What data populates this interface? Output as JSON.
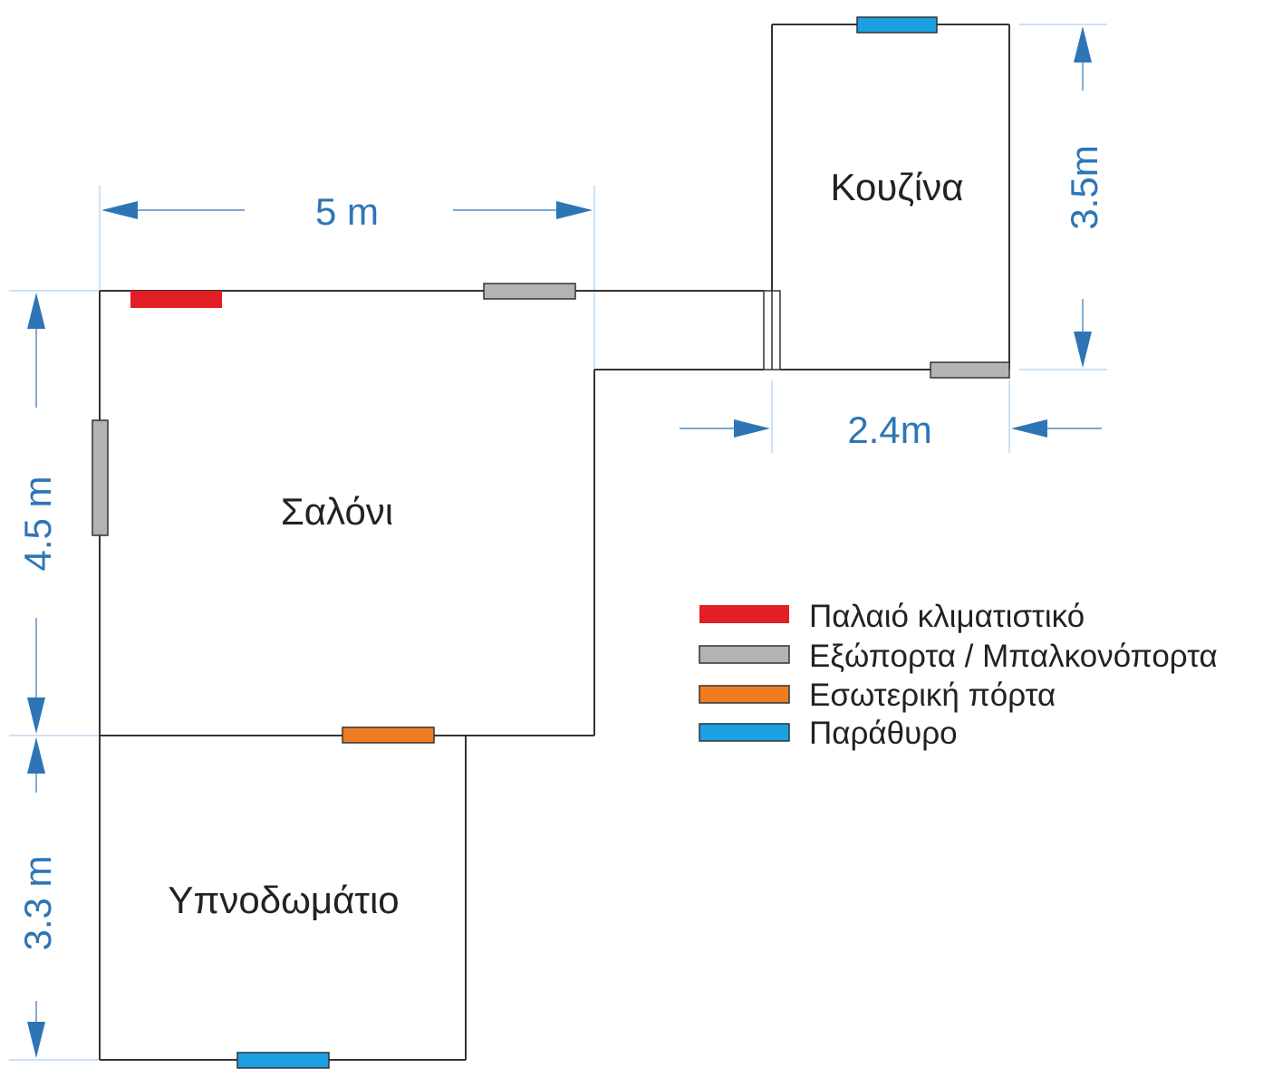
{
  "rooms": {
    "living": "Σαλόνι",
    "kitchen": "Κουζίνα",
    "bedroom": "Υπνοδωμάτιο"
  },
  "dimensions": {
    "living_width": "5 m",
    "living_height": "4.5 m",
    "bedroom_height": "3.3 m",
    "kitchen_height": "3.5m",
    "kitchen_width": "2.4m"
  },
  "legend": [
    {
      "key": "old_ac",
      "label": "Παλαιό κλιματιστικό",
      "color": "#e31e24"
    },
    {
      "key": "exterior_door",
      "label": "Εξώπορτα / Μπαλκονόπορτα",
      "color": "#b3b3b3"
    },
    {
      "key": "interior_door",
      "label": "Εσωτερική πόρτα",
      "color": "#ee7d22"
    },
    {
      "key": "window",
      "label": "Παράθυρο",
      "color": "#1ba1e2"
    }
  ],
  "colors": {
    "dimension": "#2e75b6",
    "wall": "#333333"
  }
}
